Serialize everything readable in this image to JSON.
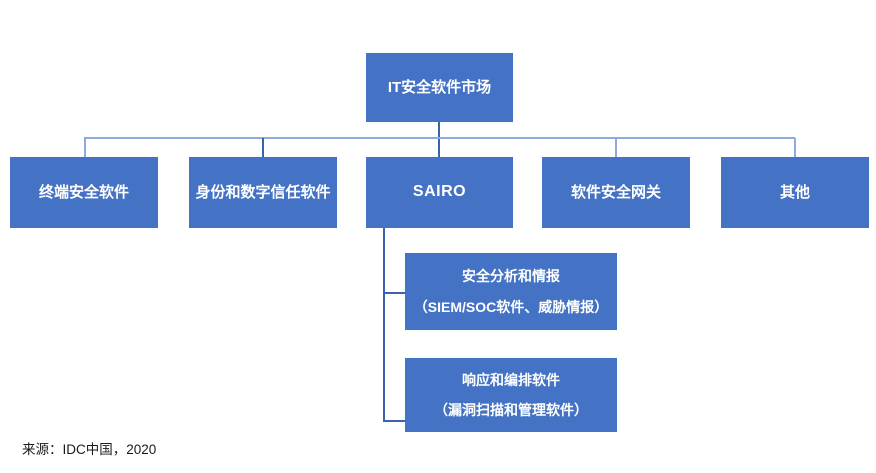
{
  "diagram": {
    "type": "hierarchy-tree",
    "title_node": {
      "label": "IT安全软件市场"
    },
    "level2": [
      {
        "id": "endpoint",
        "label": "终端安全软件"
      },
      {
        "id": "identity",
        "label": "身份和数字信任软件"
      },
      {
        "id": "sairo",
        "label": "SAIRO"
      },
      {
        "id": "gateway",
        "label": "软件安全网关"
      },
      {
        "id": "other",
        "label": "其他"
      }
    ],
    "level3": [
      {
        "id": "analytics",
        "parent": "sairo",
        "line1": "安全分析和情报",
        "line2": "（SIEM/SOC软件、威胁情报）"
      },
      {
        "id": "response",
        "parent": "sairo",
        "line1": "响应和编排软件",
        "line2": "（漏洞扫描和管理软件）"
      }
    ],
    "colors": {
      "node_fill": "#4472C4",
      "node_text": "#FFFFFF",
      "connector_light": "#8FAADC",
      "connector_dark": "#3A62AE",
      "background": "#FFFFFF",
      "source_text": "#1A1A1A"
    }
  },
  "footer": {
    "source": "来源：IDC中国，2020"
  }
}
